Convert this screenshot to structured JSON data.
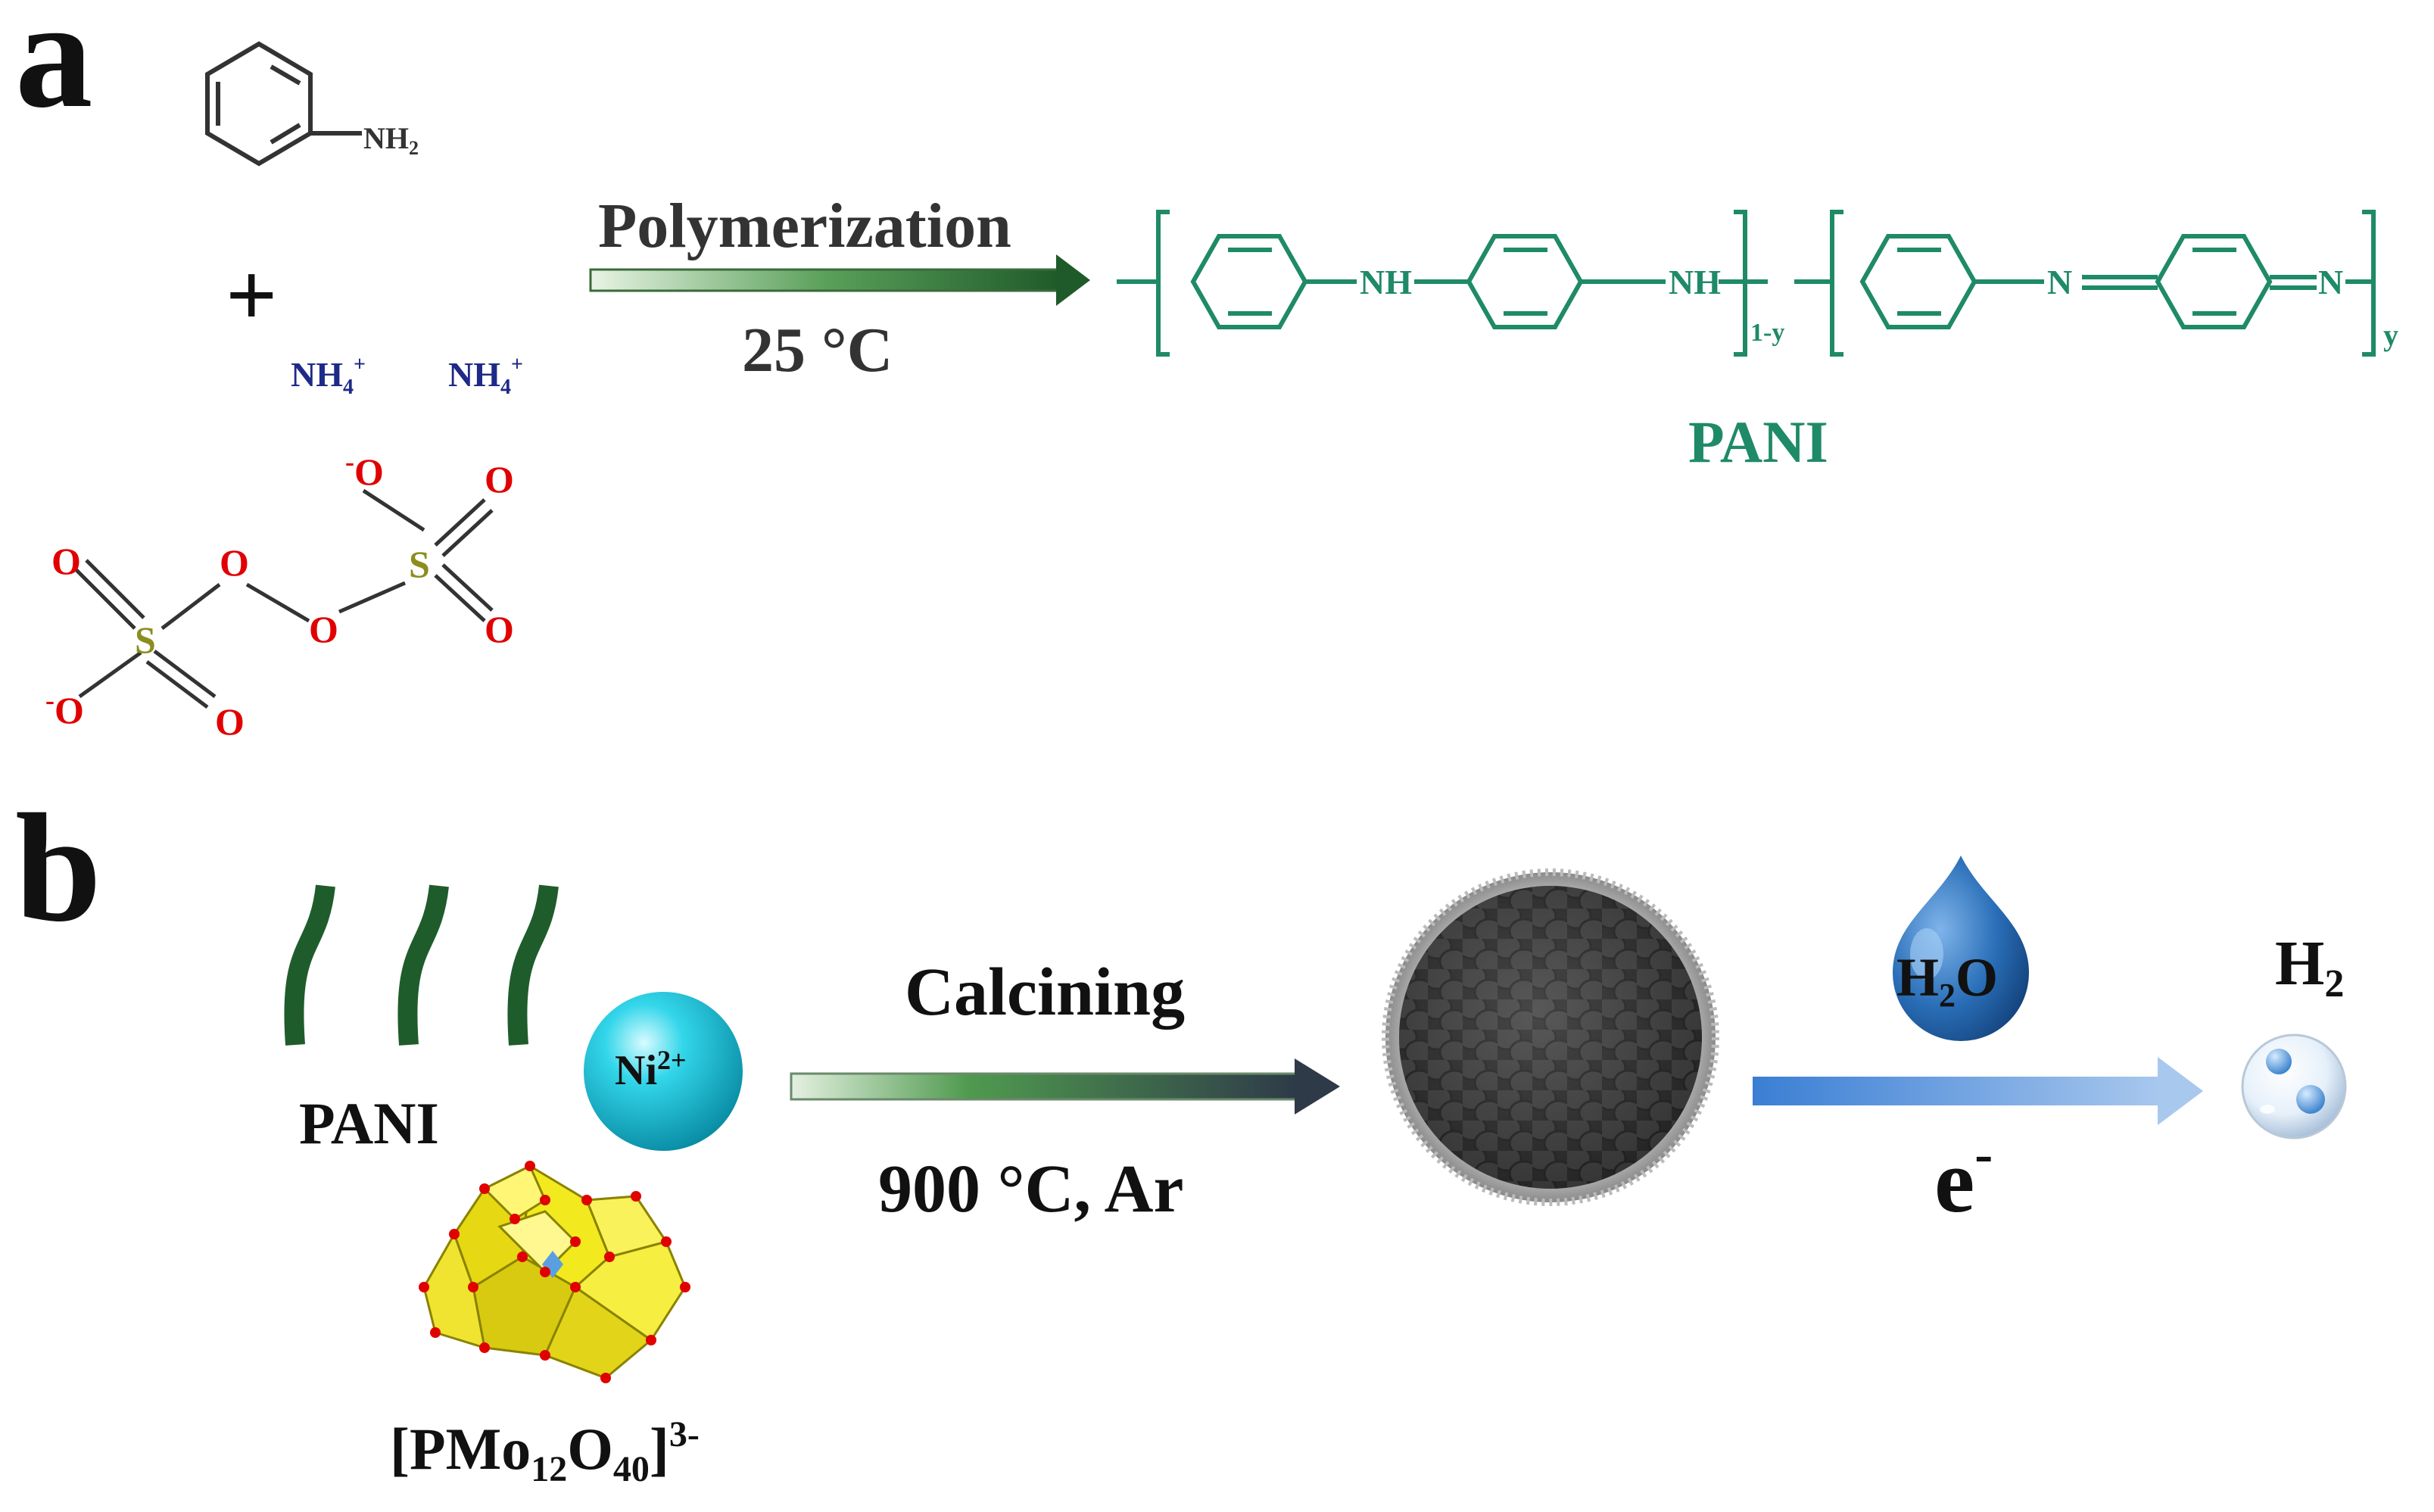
{
  "panel_a": {
    "label": "a",
    "aniline_group": "NH",
    "aniline_sub": "2",
    "plus": "+",
    "ammonium_1": "NH",
    "ammonium_2": "NH",
    "ammonium_sub": "4",
    "ammonium_sup": "+",
    "persulfate": {
      "o": "O",
      "s": "S",
      "minus": "-"
    },
    "arrow_top": "Polymerization",
    "arrow_bottom": "25 °C",
    "pani_nh": "NH",
    "pani_n": "N",
    "sub_1y": "1-y",
    "sub_y": "y",
    "product_label": "PANI",
    "colors": {
      "pani": "#1f8a68",
      "ammonium": "#1e2a88",
      "oxygen": "#e00000",
      "sulfur": "#8d8d1e"
    }
  },
  "panel_b": {
    "label": "b",
    "pani_label": "PANI",
    "ni_label": "Ni",
    "ni_sup": "2+",
    "pom_open": "[PMo",
    "pom_sub1": "12",
    "pom_mid": "O",
    "pom_sub2": "40",
    "pom_close": "]",
    "pom_sup": "3-",
    "arrow_top": "Calcining",
    "arrow_bottom": "900 °C, Ar",
    "water_label": "H",
    "water_sub": "2",
    "water_tail": "O",
    "electron": "e",
    "electron_sup": "-",
    "h2_label": "H",
    "h2_sub": "2",
    "colors": {
      "pani_fiber": "#1f5c2c",
      "ni_ion": "#1fc8dc",
      "pom": "#f2ea1e",
      "water": "#2a6fb8",
      "arrow_blue": "#4f8fd8"
    }
  }
}
